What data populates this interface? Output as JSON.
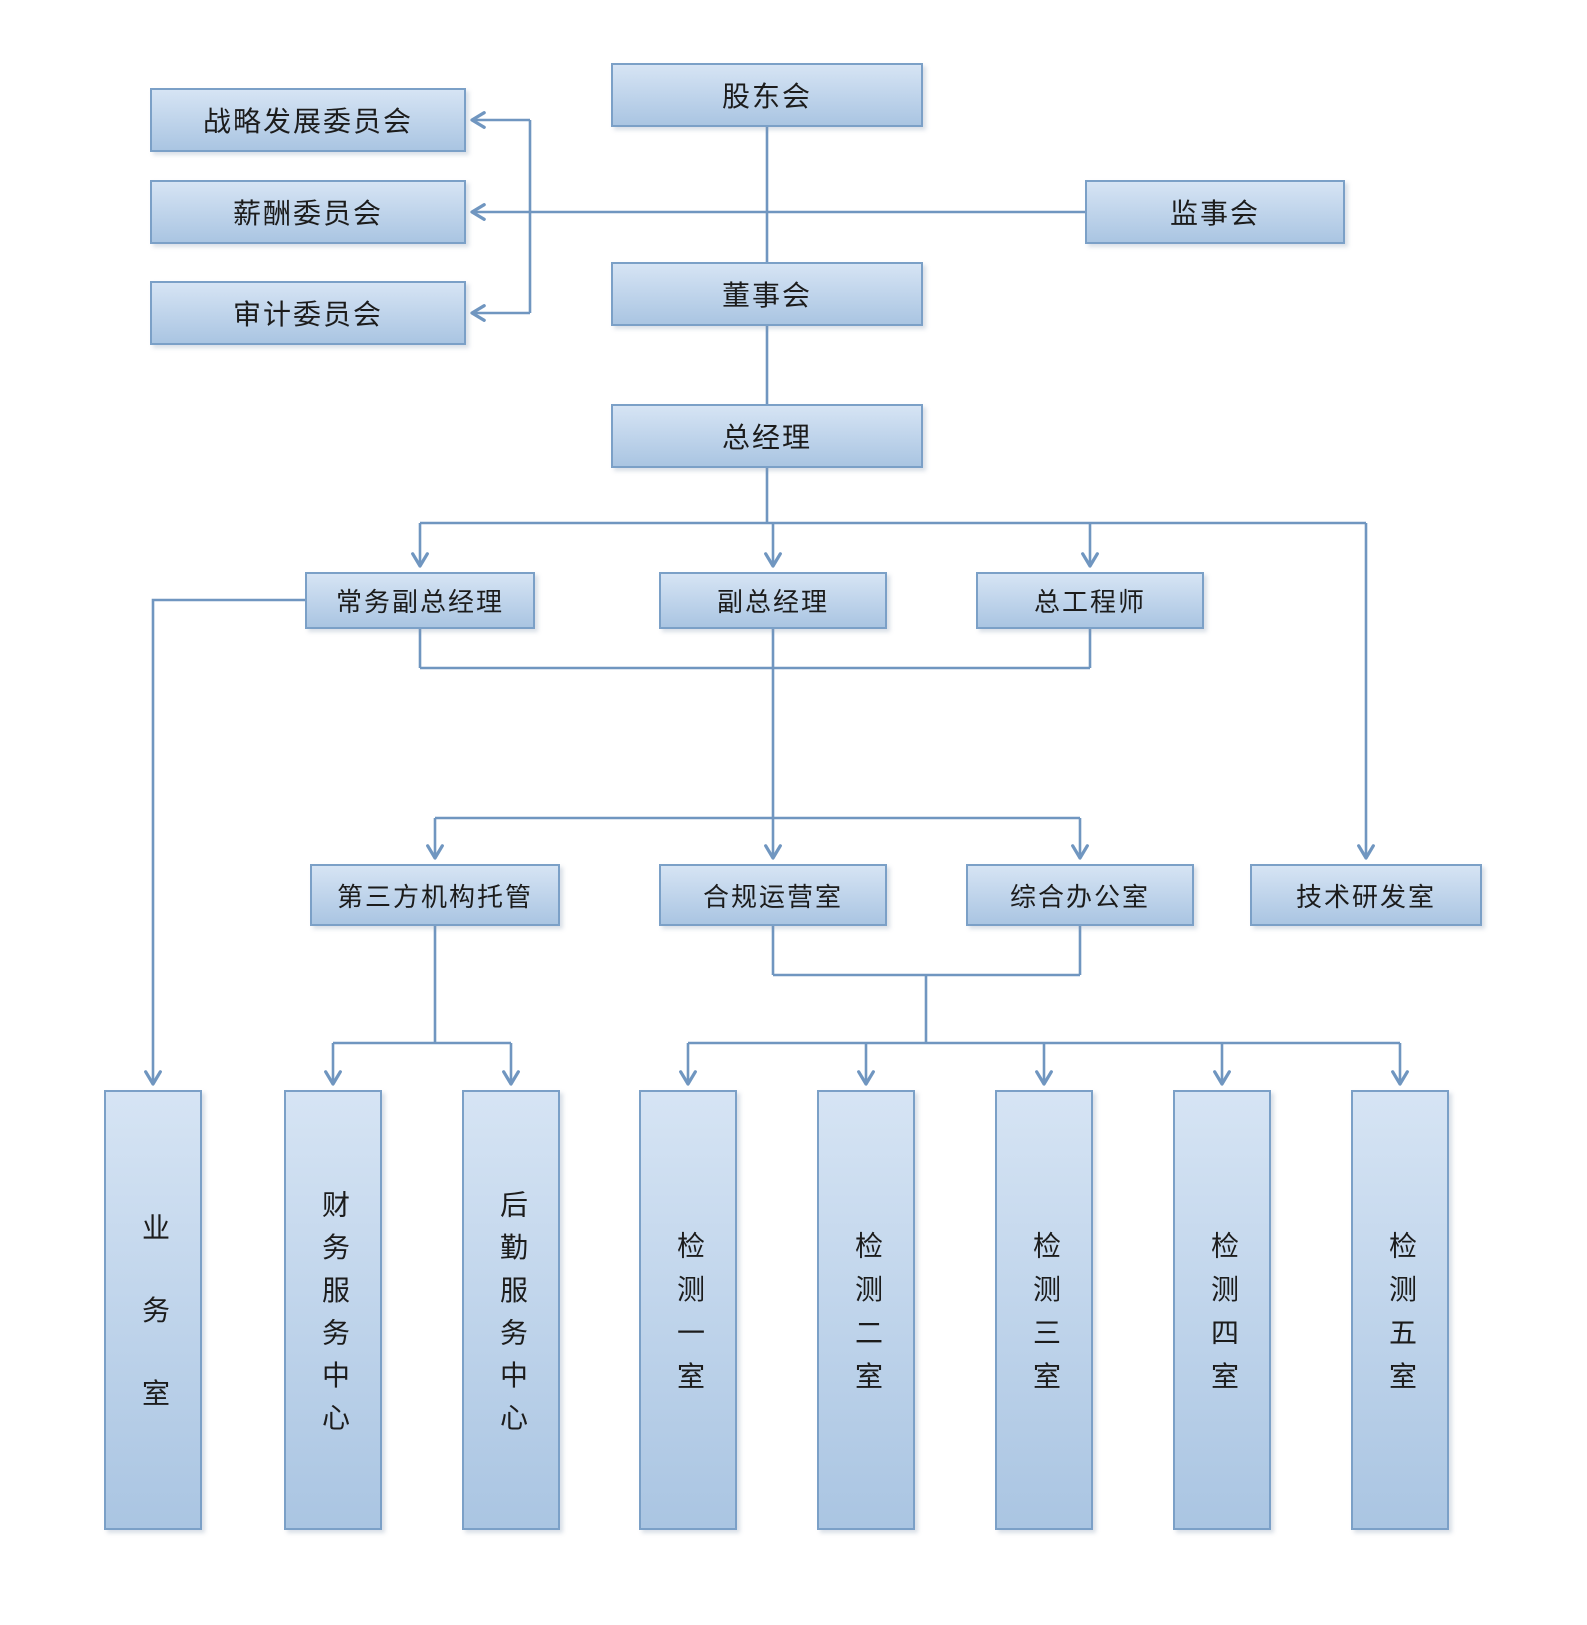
{
  "diagram": {
    "type": "org-chart",
    "language": "zh-CN",
    "colors": {
      "background": "#ffffff",
      "box_fill_top": "#d6e4f4",
      "box_fill_bottom": "#aac5e2",
      "box_border": "#7ba0c7",
      "connector": "#7096c0",
      "text": "#1c1c1c"
    },
    "nodes": {
      "shareholders": {
        "label": "股东会"
      },
      "strategy_committee": {
        "label": "战略发展委员会"
      },
      "compensation_committee": {
        "label": "薪酬委员会"
      },
      "audit_committee": {
        "label": "审计委员会"
      },
      "supervisory_board": {
        "label": "监事会"
      },
      "board_of_directors": {
        "label": "董事会"
      },
      "general_manager": {
        "label": "总经理"
      },
      "executive_deputy_gm": {
        "label": "常务副总经理"
      },
      "deputy_gm": {
        "label": "副总经理"
      },
      "chief_engineer": {
        "label": "总工程师"
      },
      "third_party_custody": {
        "label": "第三方机构托管"
      },
      "compliance_office": {
        "label": "合规运营室"
      },
      "general_office": {
        "label": "综合办公室"
      },
      "rnd_office": {
        "label": "技术研发室"
      },
      "business_office": {
        "label": "业务室",
        "orientation": "vertical"
      },
      "finance_center": {
        "label": "财务服务中心",
        "orientation": "vertical"
      },
      "logistics_center": {
        "label": "后勤服务中心",
        "orientation": "vertical"
      },
      "testing_room_1": {
        "label": "检测一室",
        "orientation": "vertical"
      },
      "testing_room_2": {
        "label": "检测二室",
        "orientation": "vertical"
      },
      "testing_room_3": {
        "label": "检测三室",
        "orientation": "vertical"
      },
      "testing_room_4": {
        "label": "检测四室",
        "orientation": "vertical"
      },
      "testing_room_5": {
        "label": "检测五室",
        "orientation": "vertical"
      }
    },
    "groups": {
      "management_group": [
        "executive_deputy_gm",
        "deputy_gm",
        "chief_engineer"
      ],
      "operations_group": [
        "compliance_office",
        "general_office"
      ]
    },
    "edges": [
      {
        "from": "shareholders",
        "to": "board_of_directors",
        "arrow": false
      },
      {
        "from": "board_of_directors",
        "to": "general_manager",
        "arrow": false
      },
      {
        "from": "supervisory_board",
        "to": "strategy_committee",
        "arrow": true
      },
      {
        "from": "supervisory_board",
        "to": "compensation_committee",
        "arrow": true
      },
      {
        "from": "supervisory_board",
        "to": "audit_committee",
        "arrow": true
      },
      {
        "from": "general_manager",
        "to": "executive_deputy_gm",
        "arrow": true
      },
      {
        "from": "general_manager",
        "to": "deputy_gm",
        "arrow": true
      },
      {
        "from": "general_manager",
        "to": "chief_engineer",
        "arrow": true
      },
      {
        "from": "general_manager",
        "to": "rnd_office",
        "arrow": true
      },
      {
        "from": "executive_deputy_gm",
        "to": "business_office",
        "arrow": true
      },
      {
        "from": "management_group",
        "to": "third_party_custody",
        "arrow": true
      },
      {
        "from": "management_group",
        "to": "compliance_office",
        "arrow": true
      },
      {
        "from": "management_group",
        "to": "general_office",
        "arrow": true
      },
      {
        "from": "third_party_custody",
        "to": "finance_center",
        "arrow": true
      },
      {
        "from": "third_party_custody",
        "to": "logistics_center",
        "arrow": true
      },
      {
        "from": "operations_group",
        "to": "testing_room_1",
        "arrow": true
      },
      {
        "from": "operations_group",
        "to": "testing_room_2",
        "arrow": true
      },
      {
        "from": "operations_group",
        "to": "testing_room_3",
        "arrow": true
      },
      {
        "from": "operations_group",
        "to": "testing_room_4",
        "arrow": true
      },
      {
        "from": "operations_group",
        "to": "testing_room_5",
        "arrow": true
      }
    ]
  }
}
